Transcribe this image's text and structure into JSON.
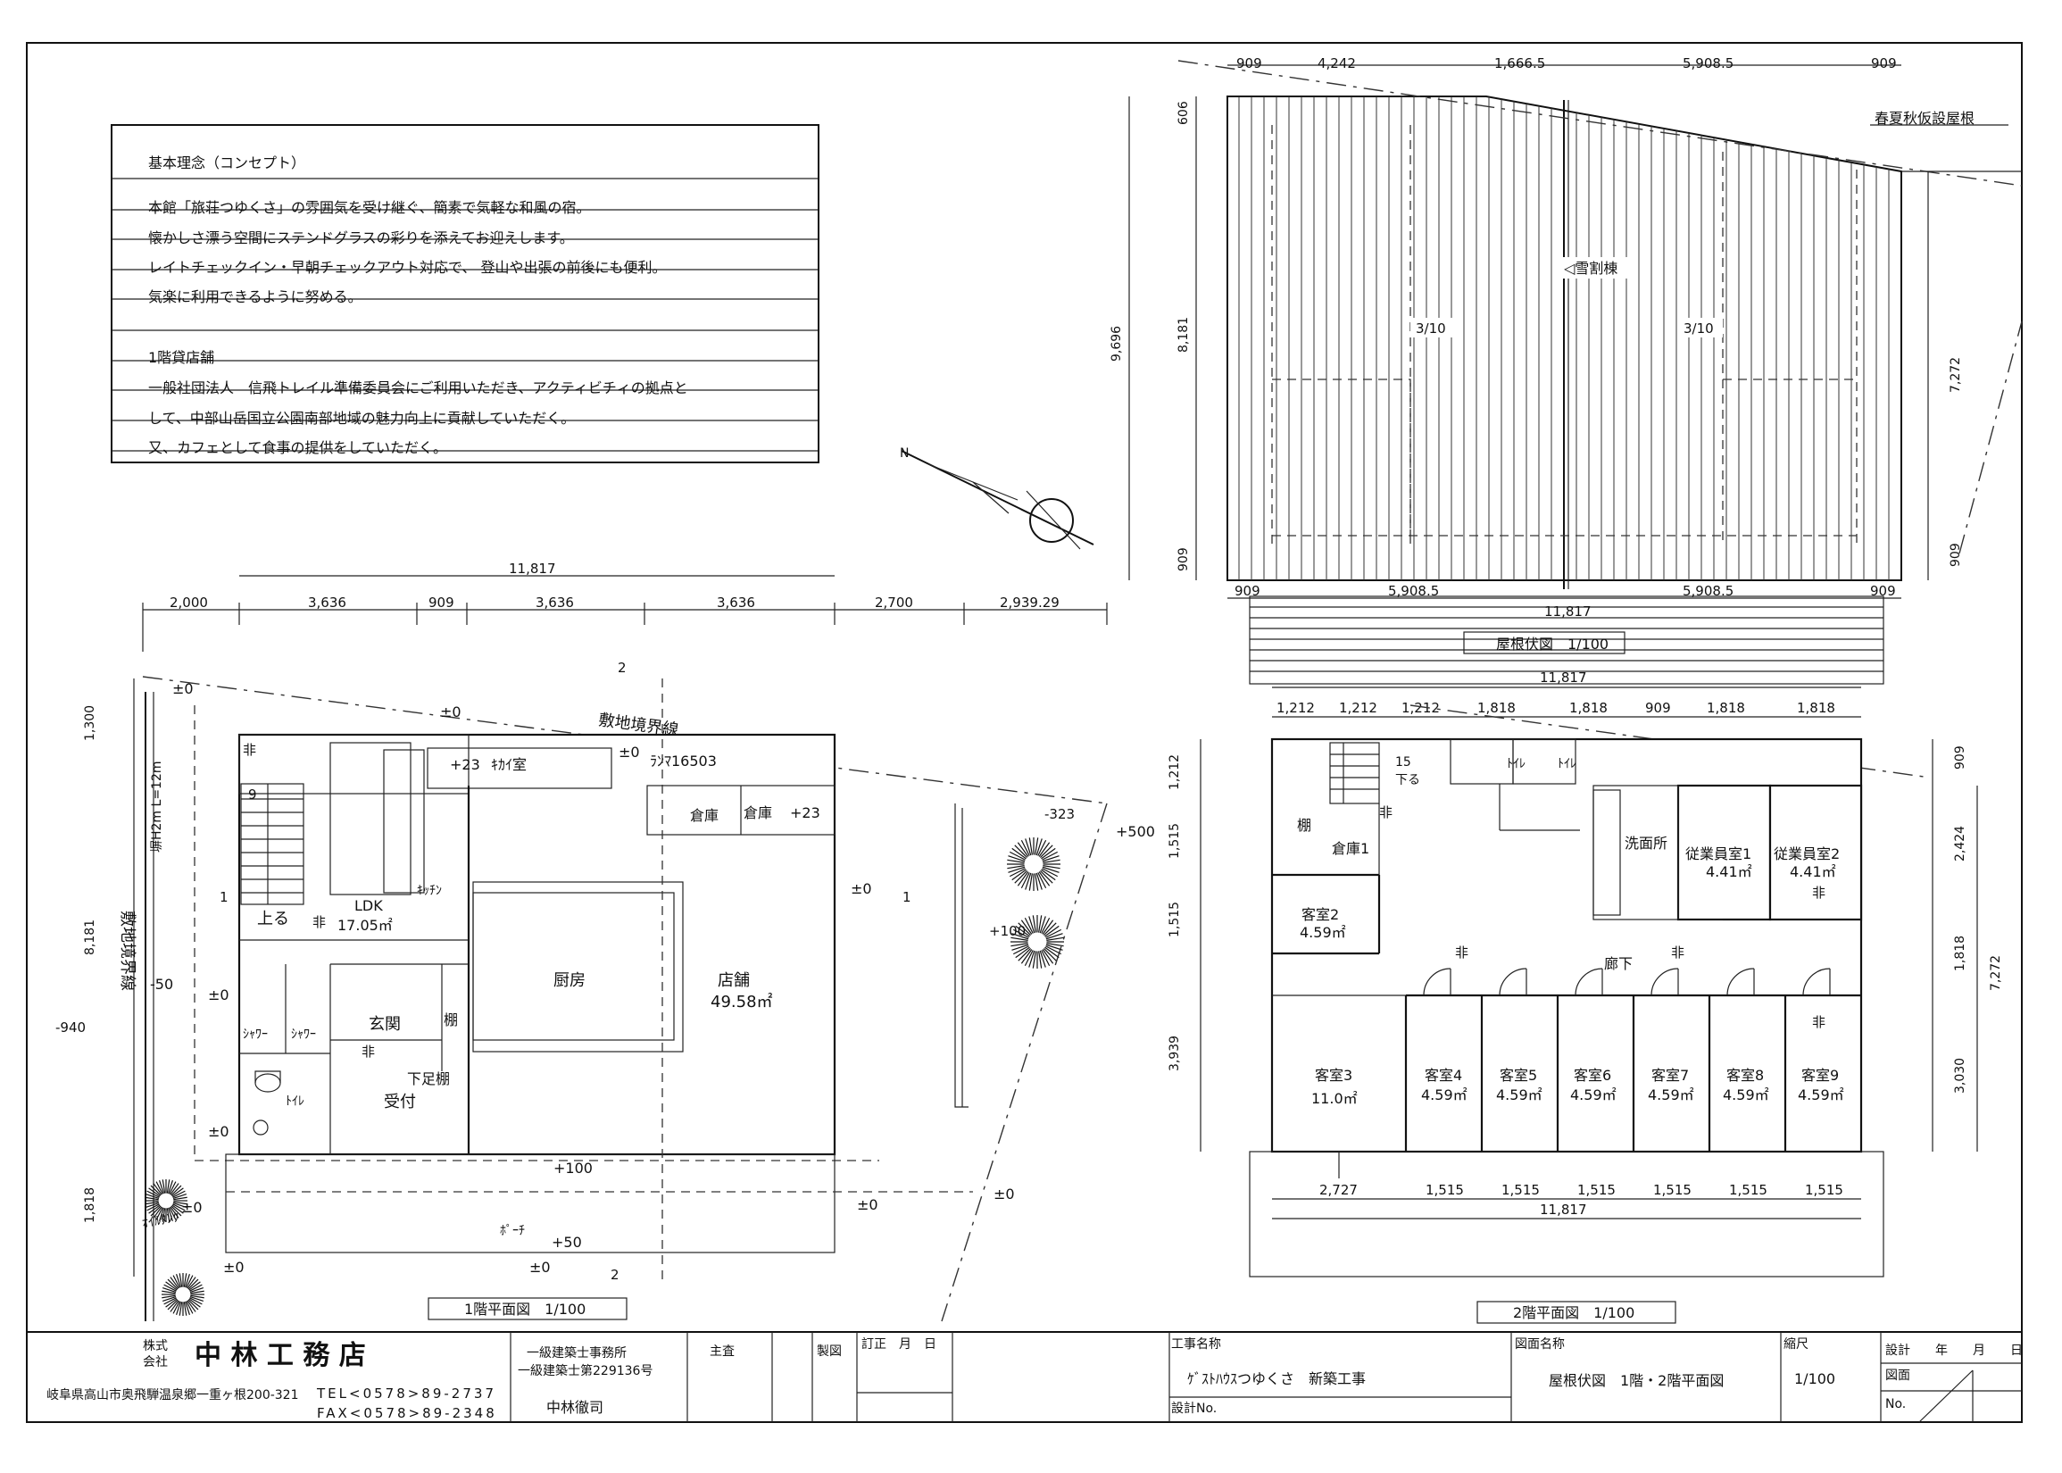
{
  "concept": {
    "title": "基本理念（コンセプト）",
    "lines": [
      "本館「旅荘つゆくさ」の雰囲気を受け継ぐ、簡素で気軽な和風の宿。",
      "懐かしさ漂う空間にステンドグラスの彩りを添えてお迎えします。",
      "レイトチェックイン・早朝チェックアウト対応で、 登山や出張の前後にも便利。",
      "気楽に利用できるように努める。"
    ],
    "section2_title": "1階貸店舗",
    "section2_lines": [
      "一般社団法人　信飛トレイル準備委員会にご利用いただき、アクティビチィの拠点と",
      "して、中部山岳国立公園南部地域の魅力向上に貢献していただく。",
      "又、カフェとして食事の提供をしていただく。"
    ]
  },
  "roof_plan": {
    "caption": "屋根伏図　1/100",
    "snow_ridge": "◁雪割棟",
    "seasonal_roof": "春夏秋仮設屋根",
    "slope_left": "3/10",
    "slope_right": "3/10",
    "dims_top": [
      "909",
      "4,242",
      "1,666.5",
      "5,908.5",
      "909"
    ],
    "dims_bottom": [
      "909",
      "5,908.5",
      "5,908.5",
      "909"
    ],
    "total": "11,817",
    "dims_left": [
      "606",
      "8,181",
      "909"
    ],
    "overall_left": "9,696",
    "dims_right": [
      "7,272",
      "909"
    ]
  },
  "floor1": {
    "caption": "1階平面図　1/100",
    "total_top": "11,817",
    "dims_top": [
      "2,000",
      "3,636",
      "909",
      "3,636",
      "3,636",
      "2,700",
      "2,939.29"
    ],
    "dims_left": [
      "1,300",
      "8,181",
      "1,818"
    ],
    "minus940": "-940",
    "boundary_top": "敷地境界線",
    "boundary_left": "敷地境界線",
    "fence": "塀H2m L=12m",
    "machine_room": "ｷｶｲ室",
    "ranma": "ﾗﾝﾏ16503",
    "storage_a": "倉庫",
    "storage_b": "倉庫",
    "plus23_a": "+23",
    "plus23_b": "+23",
    "ldk": "LDK",
    "ldk_area": "17.05㎡",
    "kitchen": "ｷｯﾁﾝ",
    "up": "上る",
    "stairs_count": "9",
    "kitchen_main": "厨房",
    "shop": "店舗",
    "shop_area": "49.58㎡",
    "shower1": "ｼｬﾜｰ",
    "shower2": "ｼｬﾜｰ",
    "entrance": "玄関",
    "shelf": "棚",
    "shoe_shelf": "下足棚",
    "reception": "受付",
    "toilet": "ﾄｲﾚ",
    "porch": "ﾎﾟｰﾁ",
    "plus100": "+100",
    "plus50": "+50",
    "plus500": "+500",
    "plus100b": "+100",
    "minus323": "-323",
    "minus50": "-50",
    "pm0": "±0",
    "tank": "ｵｲﾙﾀﾝｸ",
    "exit_mark": "非",
    "sec_mark": "1",
    "sec_mark2": "2"
  },
  "floor2": {
    "caption": "2階平面図　1/100",
    "total_top": "11,817",
    "dims_top": [
      "1,212",
      "1,212",
      "1,212",
      "1,818",
      "1,818",
      "909",
      "1,818",
      "1,818"
    ],
    "dims_bottom": [
      "2,727",
      "1,515",
      "1,515",
      "1,515",
      "1,515",
      "1,515",
      "1,515"
    ],
    "total_bottom": "11,817",
    "dims_left": [
      "1,212",
      "1,515",
      "1,515",
      "3,939"
    ],
    "dims_right": [
      "909",
      "2,424",
      "1,818",
      "3,030"
    ],
    "overall_right": "7,272",
    "shelf": "棚",
    "storage1": "倉庫1",
    "stairs_count": "15",
    "down": "下る",
    "toilet1": "ﾄｲﾚ",
    "toilet2": "ﾄｲﾚ",
    "washroom": "洗面所",
    "corridor": "廊下",
    "exit_mark": "非",
    "staff_rooms": [
      {
        "name": "従業員室1",
        "area": "4.41㎡"
      },
      {
        "name": "従業員室2",
        "area": "4.41㎡"
      }
    ],
    "room2": {
      "name": "客室2",
      "area": "4.59㎡"
    },
    "room3": {
      "name": "客室3",
      "area": "11.0㎡"
    },
    "guest_rooms": [
      {
        "name": "客室4",
        "area": "4.59㎡"
      },
      {
        "name": "客室5",
        "area": "4.59㎡"
      },
      {
        "name": "客室6",
        "area": "4.59㎡"
      },
      {
        "name": "客室7",
        "area": "4.59㎡"
      },
      {
        "name": "客室8",
        "area": "4.59㎡"
      },
      {
        "name": "客室9",
        "area": "4.59㎡"
      }
    ]
  },
  "title_block": {
    "company_prefix": "株式\n会社",
    "company": "中 林 工 務 店",
    "address": "岐阜県高山市奥飛騨温泉郷一重ヶ根200-321",
    "tel": "TEL<0578>89-2737",
    "fax": "FAX<0578>89-2348",
    "license1": "一級建築士事務所",
    "license2": "一級建築士第229136号",
    "architect": "中林徹司",
    "checked": "主査",
    "drafted": "製図",
    "revision": "訂正　月　日",
    "project_label": "工事名称",
    "project": "ｹﾞｽﾄﾊｳｽつゆくさ　新築工事",
    "design_no": "設計No.",
    "drawing_label": "図面名称",
    "drawing": "屋根伏図　1階・2階平面図",
    "scale_label": "縮尺",
    "scale": "1/100",
    "design_date": "設計　　年　　月　　日",
    "sheet_label": "図面",
    "no_label": "No."
  }
}
